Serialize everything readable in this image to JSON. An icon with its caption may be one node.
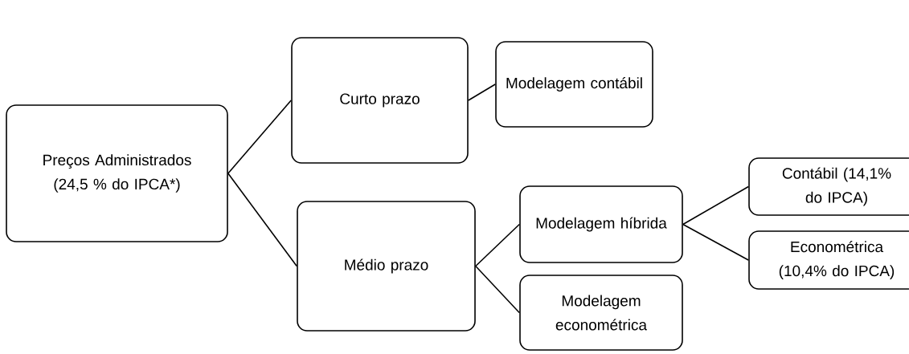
{
  "diagram": {
    "nodes": [
      {
        "text": [
          "Preços Administrados (24,5 % do IPCA*)"
        ]
      },
      {
        "text": [
          "Curto prazo"
        ]
      },
      {
        "text": [
          "Modelagem contábil"
        ]
      },
      {
        "text": [
          "Médio prazo"
        ]
      },
      {
        "text": [
          "Modelagem híbrida"
        ]
      },
      {
        "text": [
          "Modelagem econométrica"
        ]
      },
      {
        "text": [
          "Contábil (14,1% do IPCA)"
        ]
      },
      {
        "text": [
          "Econométrica (10,4% do IPCA)"
        ]
      }
    ],
    "edges": [
      {
        "from": 0,
        "to": 1,
        "arrow": "none"
      },
      {
        "from": 0,
        "to": 3,
        "arrow": "none"
      },
      {
        "from": 1,
        "to": 2,
        "arrow": "none"
      },
      {
        "from": 3,
        "to": 4,
        "arrow": "none"
      },
      {
        "from": 3,
        "to": 5,
        "arrow": "none"
      },
      {
        "from": 4,
        "to": 6,
        "arrow": "none"
      },
      {
        "from": 4,
        "to": 7,
        "arrow": "none"
      }
    ]
  }
}
